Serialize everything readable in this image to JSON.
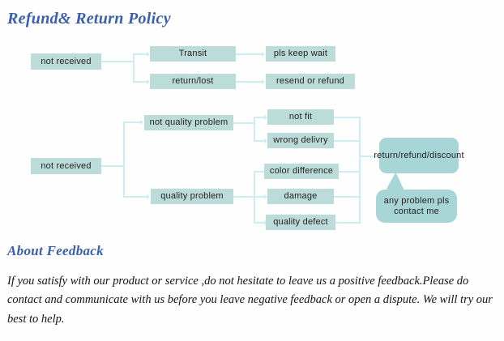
{
  "sections": {
    "refund_title": "Refund& Return Policy",
    "feedback_title": "About Feedback",
    "feedback_body": "If you satisfy with our product or service ,do not hesitate to leave us a positive feedback.Please do contact and communicate with us before you leave negative feedback or open a dispute. We will try our best to help."
  },
  "colors": {
    "heading": "#3a5fab",
    "node_fill": "#bcdcd9",
    "rounded_fill": "#a8d6d6",
    "connector": "#cdeef0",
    "text": "#232323",
    "background": "#fefeff"
  },
  "chart_top": {
    "root": "not received",
    "branches": [
      {
        "stage": "Transit",
        "outcome": "pls keep wait"
      },
      {
        "stage": "return/lost",
        "outcome": "resend or refund"
      }
    ]
  },
  "chart_bottom": {
    "root": "not received",
    "categories": [
      {
        "label": "not quality problem",
        "reasons": [
          "not fit",
          "wrong delivry"
        ]
      },
      {
        "label": "quality problem",
        "reasons": [
          "color difference",
          "damage",
          "quality defect"
        ]
      }
    ],
    "resolution": "return/refund/discount",
    "callout": "any problem pls contact me"
  }
}
